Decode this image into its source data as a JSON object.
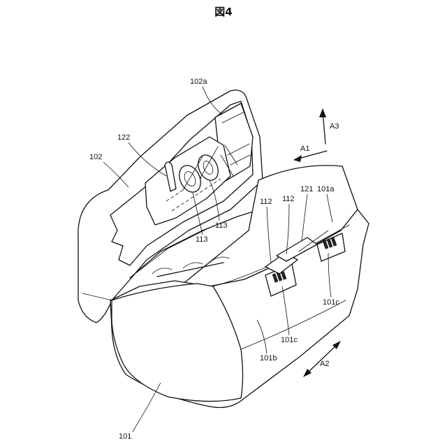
{
  "figure": {
    "title": "図4"
  },
  "labels": {
    "l101": "101",
    "l101b": "101b",
    "l101c_left": "101c",
    "l101c_right": "101c",
    "l101a": "101a",
    "l102": "102",
    "l102a": "102a",
    "l112_left": "112",
    "l112_right": "112",
    "l113_top": "113",
    "l113_bottom": "113",
    "l121": "121",
    "l122": "122"
  },
  "arrows": {
    "a1": "A1",
    "a2": "A2",
    "a3": "A3"
  }
}
